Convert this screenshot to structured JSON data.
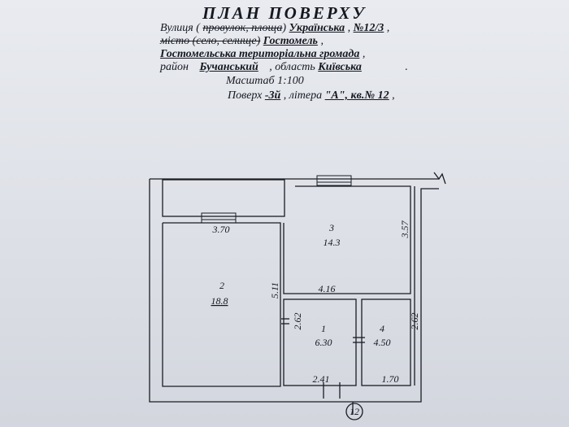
{
  "header": {
    "title": "ПЛАН ПОВЕРХУ",
    "street_label": "Вулиця ( ",
    "street_strike": "провулок, площа",
    "street_close": ")",
    "street": "Українська",
    "number": "№12/3",
    "place_strike": "місто (село, селище)",
    "place": "Гостомель",
    "community": "Гостомельська територіальна громада",
    "district_label": "район",
    "district": "Бучанський",
    "region_label": "область",
    "region": "Київська",
    "scale": "Масштаб 1:100",
    "floor_label": "Поверх",
    "floor": "-3й",
    "letter_label": "літера",
    "letter": "\"А\", кв.№ 12"
  },
  "rooms": [
    {
      "number": "1",
      "area": "6.30"
    },
    {
      "number": "2",
      "area": "18.8"
    },
    {
      "number": "3",
      "area": "14.3"
    },
    {
      "number": "4",
      "area": "4.50"
    }
  ],
  "dimensions": {
    "d_370": "3.70",
    "d_357": "3.57",
    "d_511": "5.11",
    "d_416": "4.16",
    "d_262a": "2.62",
    "d_262b": "2.62",
    "d_241": "2.41",
    "d_170": "1.70"
  },
  "axis_marker": "12"
}
